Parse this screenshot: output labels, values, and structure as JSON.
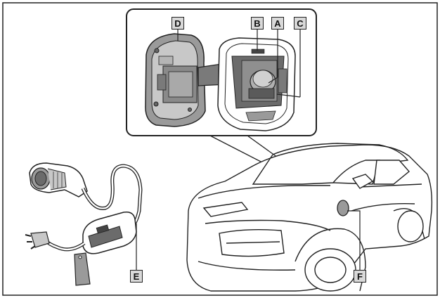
{
  "labels": {
    "a": "A",
    "b": "B",
    "c": "C",
    "d": "D",
    "e": "E",
    "f": "F"
  },
  "colors": {
    "line": "#222222",
    "callout_fill": "#d9d9d9",
    "shade_dark": "#6b6b6b",
    "shade_mid": "#9a9a9a",
    "shade_light": "#c8c8c8"
  }
}
